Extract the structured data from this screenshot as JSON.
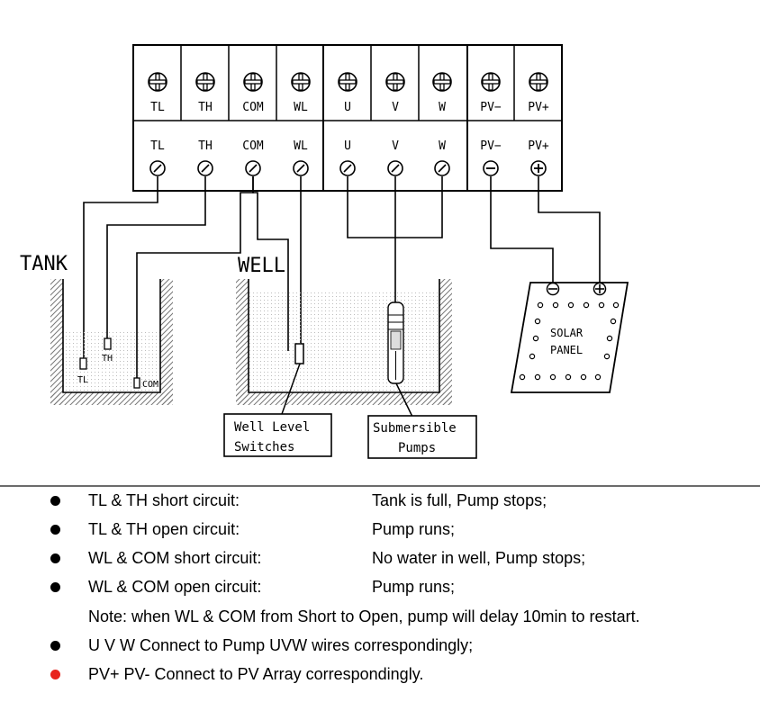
{
  "terminals_top": [
    "TL",
    "TH",
    "COM",
    "WL",
    "U",
    "V",
    "W",
    "PV−",
    "PV+"
  ],
  "terminals_bottom": [
    "TL",
    "TH",
    "COM",
    "WL",
    "U",
    "V",
    "W",
    "PV−",
    "PV+"
  ],
  "tank": {
    "title": "TANK",
    "probe_tl": "TL",
    "probe_th": "TH",
    "probe_com": "COM"
  },
  "well": {
    "title": "WELL"
  },
  "solar_panel": {
    "line1": "SOLAR",
    "line2": "PANEL"
  },
  "boxes": {
    "level_switch_line1": "Well Level",
    "level_switch_line2": "Switches",
    "pump_line1": "Submersible",
    "pump_line2": "Pumps"
  },
  "colors": {
    "line": "#000000",
    "hatch": "#777777",
    "water_dot": "#bdbdbd",
    "red_bullet": "#e8231c"
  },
  "notes": [
    {
      "condition": "TL & TH short circuit:",
      "result": "Tank is full, Pump stops;",
      "bullet": "black"
    },
    {
      "condition": "TL & TH open circuit:",
      "result": "Pump runs;",
      "bullet": "black"
    },
    {
      "condition": "WL & COM short circuit:",
      "result": "No water in well, Pump stops;",
      "bullet": "black"
    },
    {
      "condition": "WL & COM open circuit:",
      "result": "Pump runs;",
      "bullet": "black"
    },
    {
      "text": "Note: when WL & COM from Short to Open, pump will delay 10min to restart.",
      "bullet": "none"
    },
    {
      "text": "U V W Connect to Pump UVW wires correspondingly;",
      "bullet": "black"
    },
    {
      "text": "PV+ PV- Connect to PV Array correspondingly.",
      "bullet": "red"
    }
  ]
}
